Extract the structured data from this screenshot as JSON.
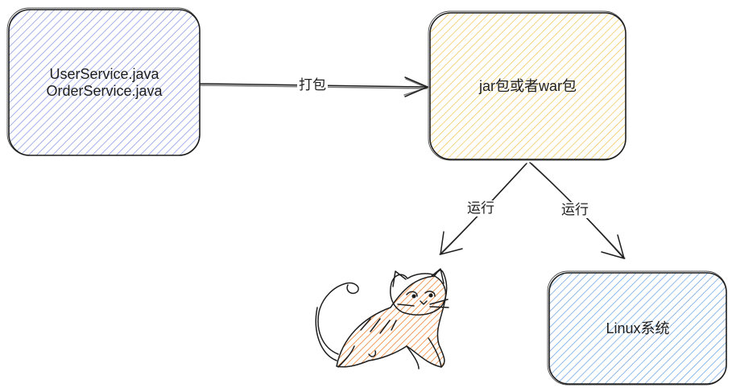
{
  "nodes": {
    "source_files": {
      "lines": [
        "UserService.java",
        "OrderService.java"
      ],
      "fill": "#a5b4f0",
      "stroke": "#1e1e1e"
    },
    "package": {
      "label": "jar包或者war包",
      "fill": "#f5d27a",
      "stroke": "#1e1e1e"
    },
    "tomcat": {
      "icon": "tomcat-cat-icon",
      "fill": "#f08c3c",
      "stroke": "#1e1e1e"
    },
    "linux": {
      "label": "Linux系统",
      "fill": "#8cbcec",
      "stroke": "#1e1e1e"
    }
  },
  "edges": {
    "package_step": {
      "label": "打包"
    },
    "run_tomcat": {
      "label": "运行"
    },
    "run_linux": {
      "label": "运行"
    }
  }
}
